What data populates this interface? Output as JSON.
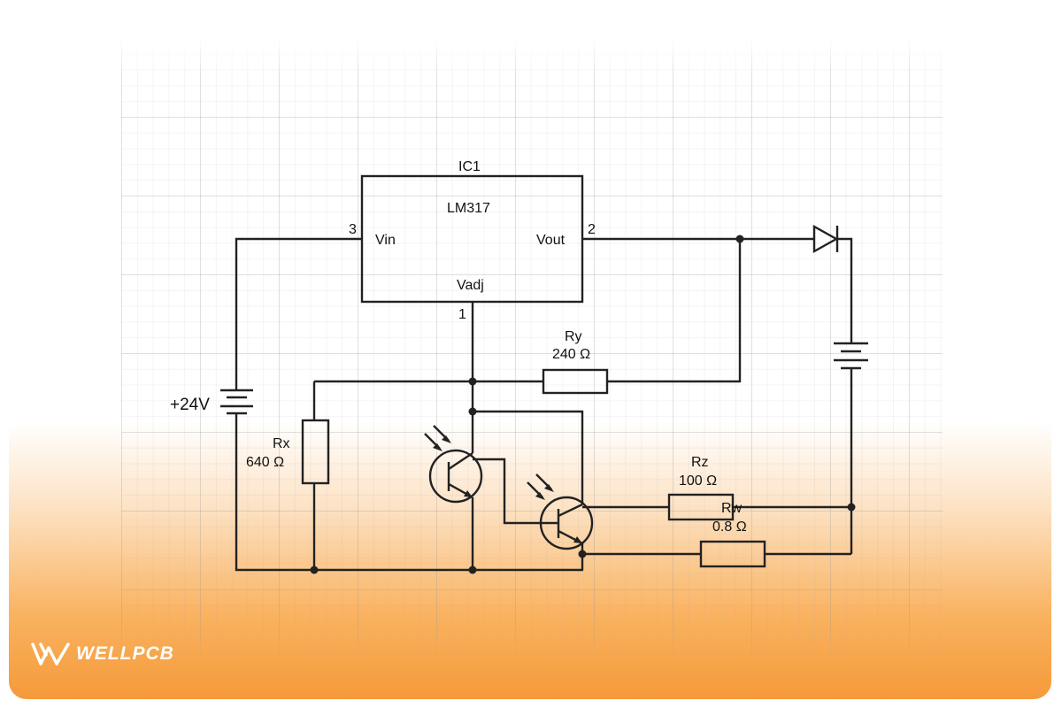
{
  "diagram": {
    "ic_ref": "IC1",
    "ic_part": "LM317",
    "pin_vin_num": "3",
    "pin_vin": "Vin",
    "pin_vout_num": "2",
    "pin_vout": "Vout",
    "pin_adj": "Vadj",
    "pin_adj_num": "1",
    "supply": "+24V",
    "resistors": [
      {
        "name": "Ry",
        "value": "240 Ω"
      },
      {
        "name": "Rx",
        "value": "640 Ω"
      },
      {
        "name": "Rz",
        "value": "100 Ω"
      },
      {
        "name": "Rw",
        "value": "0.8 Ω"
      }
    ]
  },
  "brand": {
    "name": "WELLPCB"
  },
  "colors": {
    "wire": "#222222",
    "gradient_bottom": "#f59a3a"
  }
}
